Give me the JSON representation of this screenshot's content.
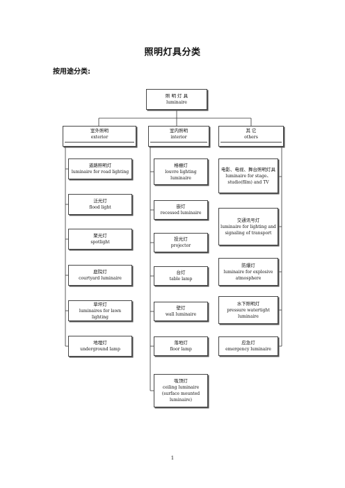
{
  "document": {
    "title": "照明灯具分类",
    "subtitle": "按用途分类:",
    "page_number": "1"
  },
  "tree": {
    "root": {
      "zh": "照 明 灯 具",
      "en": "luminaire"
    },
    "columns": [
      {
        "header": {
          "zh": "室外照明",
          "en": "exterior"
        },
        "items": [
          {
            "zh": "道路照明灯",
            "en": "luminaire for road lighting"
          },
          {
            "zh": "泛光灯",
            "en": "flood light"
          },
          {
            "zh": "聚光灯",
            "en": "spotlight"
          },
          {
            "zh": "庭院灯",
            "en": "courtyard luminaire"
          },
          {
            "zh": "草坪灯",
            "en": "luminaires for lawn lighting"
          },
          {
            "zh": "地埋灯",
            "en": "underground lamp"
          }
        ]
      },
      {
        "header": {
          "zh": "室内照明",
          "en": "interior"
        },
        "items": [
          {
            "zh": "格栅灯",
            "en": "louvre lighting luminaire"
          },
          {
            "zh": "嵌灯",
            "en": "recessed luminaire"
          },
          {
            "zh": "投光灯",
            "en": "projector"
          },
          {
            "zh": "台灯",
            "en": "table lamp"
          },
          {
            "zh": "壁灯",
            "en": "wall luminaire"
          },
          {
            "zh": "落地灯",
            "en": "floor lamp"
          },
          {
            "zh": "吸顶灯",
            "en": "ceiling luminaire (surface mounted luminaire)"
          }
        ]
      },
      {
        "header": {
          "zh": "其 它",
          "en": "others"
        },
        "items": [
          {
            "zh": "电影、电视、舞台照明灯具",
            "en": "luminaire for stage、studio(film) and TV"
          },
          {
            "zh": "交通讯号灯",
            "en": "luminaire for lighting and signaling of transport"
          },
          {
            "zh": "防爆灯",
            "en": "luminaire for explosive atmosphere"
          },
          {
            "zh": "水下照明灯",
            "en": "pressure watertight luminaire"
          },
          {
            "zh": "应急灯",
            "en": "emergency luminaire"
          }
        ]
      }
    ]
  }
}
